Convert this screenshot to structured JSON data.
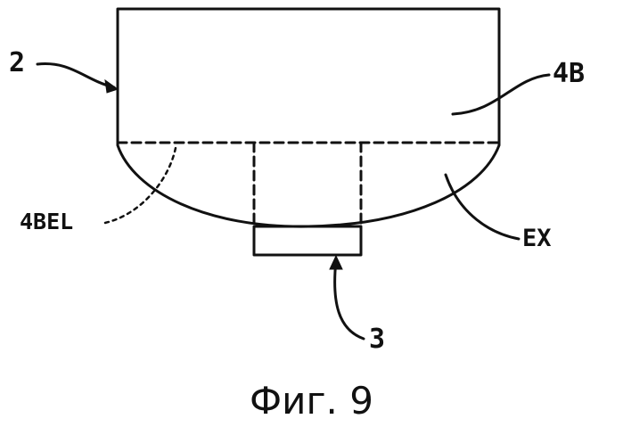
{
  "figure": {
    "labels": {
      "device": "2",
      "body_region": "4B",
      "edge_line": "4BEL",
      "extension": "EX",
      "connector": "3"
    },
    "caption": "Фиг. 9"
  }
}
